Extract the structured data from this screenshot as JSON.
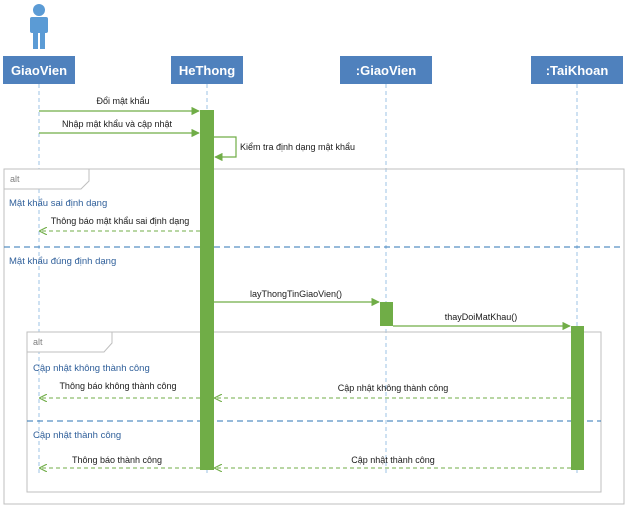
{
  "lifelines": [
    {
      "label": "GiaoVien",
      "kind": "actor"
    },
    {
      "label": "HeThong",
      "kind": "object"
    },
    {
      "label": ":GiaoVien",
      "kind": "object"
    },
    {
      "label": ":TaiKhoan",
      "kind": "object"
    }
  ],
  "messages": {
    "m1": "Đổi mật khẩu",
    "m2": "Nhập mật khẩu và cập nhật",
    "m3": "Kiểm tra định dạng mật khẩu",
    "m4": "Thông báo mật khẩu sai định dạng",
    "m5": "layThongTinGiaoVien()",
    "m6": "thayDoiMatKhau()",
    "m7": "Cập nhật không thành công",
    "m8": "Thông báo không thành công",
    "m9": "Cập nhật thành công",
    "m10": "Thông báo thành công"
  },
  "fragments": {
    "outer": {
      "tag": "alt",
      "guard1": "Mật khẩu sai định dạng",
      "guard2": "Mật khẩu đúng định dạng"
    },
    "inner": {
      "tag": "alt",
      "guard1": "Cập nhật không thành công",
      "guard2": "Cập nhật thành công"
    }
  },
  "colors": {
    "header": "#4f81bd",
    "lifeline": "#9dc3e6",
    "activation": "#70ad47",
    "message": "#70ad47",
    "frame": "#bfbfbf",
    "separator": "#2e75b6",
    "guard_text": "#2f5f9a",
    "actor": "#5b9bd5"
  }
}
